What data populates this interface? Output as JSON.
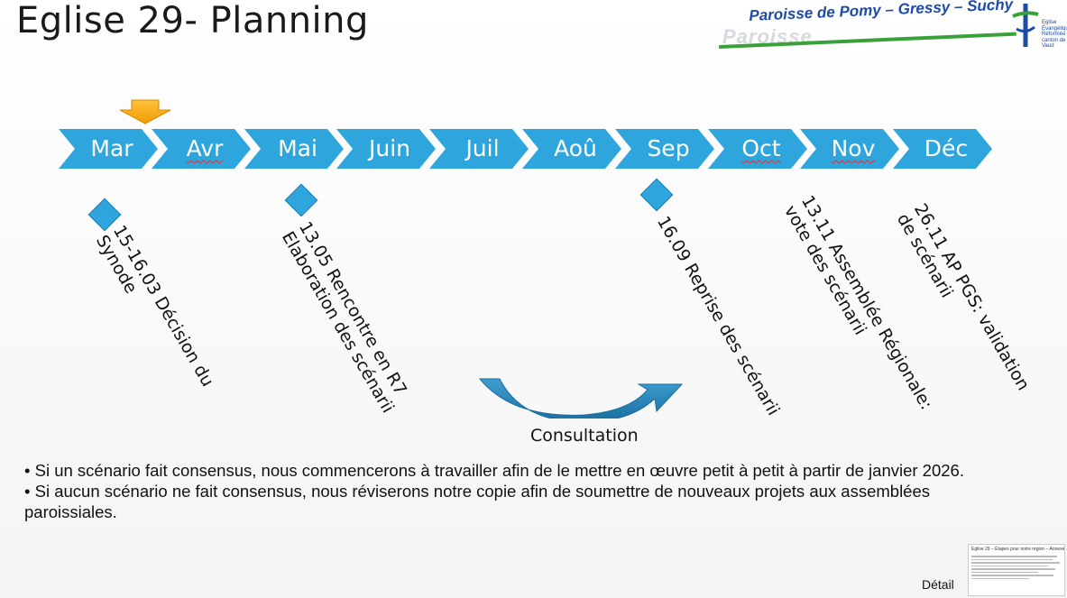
{
  "slide": {
    "title": "Eglise 29- Planning"
  },
  "logo": {
    "ghost_text": "Paroisse",
    "text": "Paroisse de Pomy – Gressy – Suchy",
    "side_text": "Eglise Évangélique Réformée du canton de Vaud",
    "brand_blue": "#1e4aa8",
    "brand_green": "#3aa13a"
  },
  "timeline": {
    "color": "#2ea6dd",
    "marker_color": "#f5a814",
    "current_month_marker": "Avr",
    "months": [
      "Mar",
      "Avr",
      "Mai",
      "Juin",
      "Juil",
      "Aoû",
      "Sep",
      "Oct",
      "Nov",
      "Déc"
    ]
  },
  "events": [
    {
      "text": "15-16.03 Décision du\nSynode"
    },
    {
      "text": "13.05 Rencontre en R7\nElaboration des scénarii"
    },
    {
      "text": "16.09 Reprise des scénarii"
    },
    {
      "text": "13.11 Assemblée Régionale:\nvote des scénarii"
    },
    {
      "text": "26.11 AP PGS: validation\nde scénarii"
    }
  ],
  "consultation": {
    "label": "Consultation"
  },
  "bullets": [
    "• Si un scénario fait consensus, nous commencerons à travailler afin de le mettre en œuvre petit à petit à partir de janvier 2026.",
    "• Si aucun scénario ne fait consensus, nous réviserons notre copie afin de soumettre de nouveaux projets aux assemblées paroissiales."
  ],
  "detail": {
    "label": "Détail",
    "thumbnail_title": "Eglise 29 – Étapes pour notre région – Annexe"
  }
}
